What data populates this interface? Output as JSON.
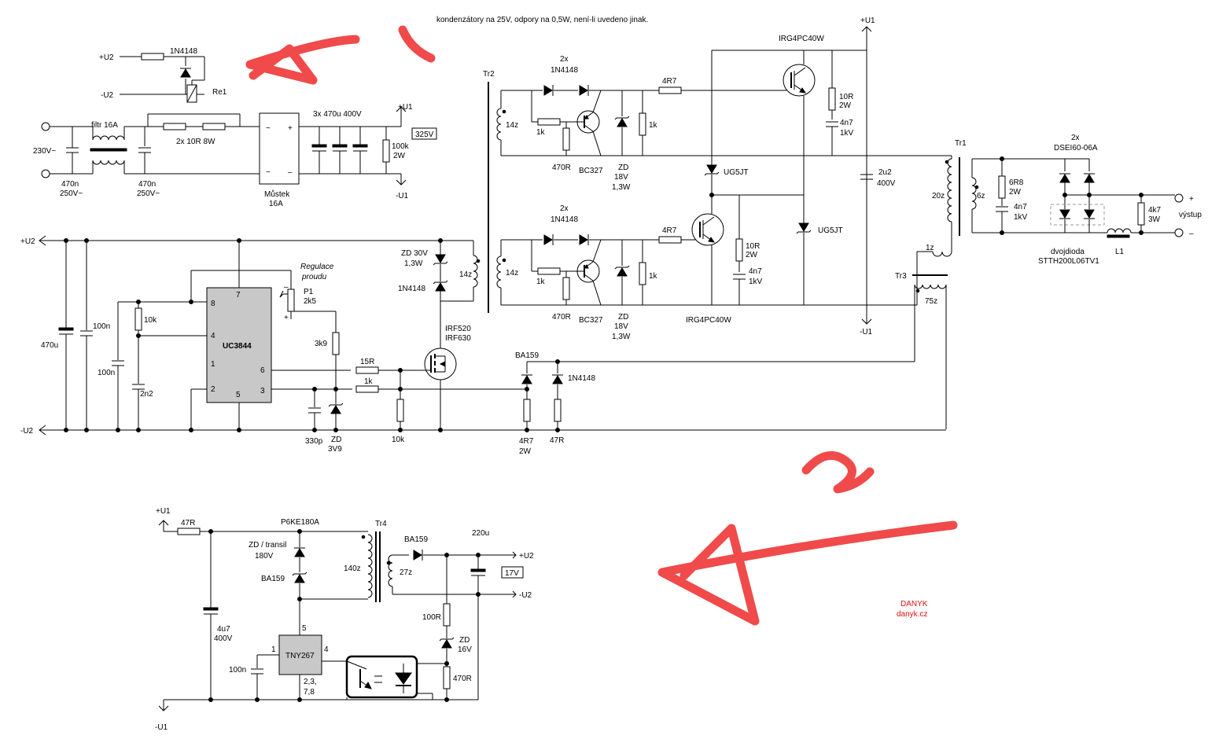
{
  "note": "kondenzátory na 25V, odpory na 0,5W, není-li uvedeno jinak.",
  "annotations": {
    "arrow1_label": "1",
    "arrow2_label": "2",
    "color": "#f04a4a"
  },
  "credit": {
    "line1": "DANYK",
    "line2": "danyk.cz",
    "color": "#e01010"
  },
  "section_mains": {
    "rails": {
      "u2p": "+U2",
      "u2m": "-U2",
      "u1p": "+U1",
      "u1m": "-U1"
    },
    "relay_diode": "1N4148",
    "relay": "Re1",
    "input_voltage": "230V~",
    "filter": "filtr 16A",
    "cap_in_1": "470n",
    "cap_in_1v": "250V~",
    "cap_in_2": "470n",
    "cap_in_2v": "250V~",
    "inrush": "2x 10R 8W",
    "bridge": "Můstek",
    "bridge_rating": "16A",
    "bulk_caps": "3x 470u 400V",
    "bleeder_1": "100k",
    "bleeder_2": "2W",
    "bus_voltage": "325V"
  },
  "section_gate_drive": {
    "tr2": "Tr2",
    "winding": "14z",
    "diodes_qty": "2x",
    "diodes": "1N4148",
    "r_base": "1k",
    "r_pull": "470R",
    "pnp": "BC327",
    "zd": "ZD",
    "zd_v": "18V",
    "zd_p": "1,3W",
    "r_gs": "1k",
    "r_gate": "4R7",
    "igbt_top": "IRG4PC40W",
    "igbt_bottom": "IRG4PC40W",
    "snubber_r": "10R",
    "snubber_rp": "2W",
    "snubber_c": "4n7",
    "snubber_cv": "1kV",
    "clamp_diode": "UG5JT",
    "cap_2u2": "2u2",
    "cap_2u2_v": "400V"
  },
  "section_output": {
    "tr1": "Tr1",
    "prim_turns": "20z",
    "sec_turns": "6z",
    "aux_turns": "1z",
    "tr3": "Tr3",
    "tr3_turns": "75z",
    "r_snub": "6R8",
    "r_snub_p": "2W",
    "c_snub": "4n7",
    "c_snub_v": "1kV",
    "diodes_qty": "2x",
    "diodes": "DSEI60-06A",
    "dual_diode_label": "dvojdioda",
    "dual_diode": "STTH200L06TV1",
    "r_load": "4k7",
    "r_load_p": "3W",
    "inductor": "L1",
    "out_label": "výstup",
    "plus": "+",
    "minus": "–"
  },
  "section_controller": {
    "ic": "UC3844",
    "pins": [
      "8",
      "7",
      "4",
      "1",
      "6",
      "2",
      "5",
      "3"
    ],
    "c_bulk": "470u",
    "c_dec": "100n",
    "c_rt": "100n",
    "r_rt": "10k",
    "c_comp": "2n2",
    "pot_title_1": "Regulace",
    "pot_title_2": "proudu",
    "pot": "P1",
    "pot_val": "2k5",
    "r_3k9": "3k9",
    "r_gate": "15R",
    "r_cs": "1k",
    "c_filter": "330p",
    "zd_3v9": "ZD",
    "zd_3v9_v": "3V9",
    "r_shunt": "10k",
    "zd_30v": "ZD 30V",
    "zd_30v_p": "1,3W",
    "diode": "1N4148",
    "tr2_sec": "14z",
    "mosfet_1": "IRF520",
    "mosfet_2": "IRF630",
    "ba159": "BA159",
    "diode2": "1N4148",
    "r_4r7": "4R7",
    "r_4r7_p": "2W",
    "r_47r": "47R"
  },
  "section_aux": {
    "u1p": "+U1",
    "u1m": "-U1",
    "r_in": "47R",
    "c_in": "4u7",
    "c_in_v": "400V",
    "transil": "P6KE180A",
    "zd_label": "ZD / transil",
    "zd_v": "180V",
    "diode": "BA159",
    "tr4": "Tr4",
    "prim": "140z",
    "sec": "27z",
    "out_diode": "BA159",
    "c_out": "220u",
    "u2p": "+U2",
    "u2m": "-U2",
    "out_voltage": "17V",
    "ic": "TNY267",
    "pin_5": "5",
    "pin_1": "1",
    "pin_4": "4",
    "pins_gnd_1": "2,3,",
    "pins_gnd_2": "7,8",
    "c_bp": "100n",
    "r_led": "100R",
    "zd_fb": "ZD",
    "zd_fb_v": "16V",
    "r_fb": "470R"
  }
}
